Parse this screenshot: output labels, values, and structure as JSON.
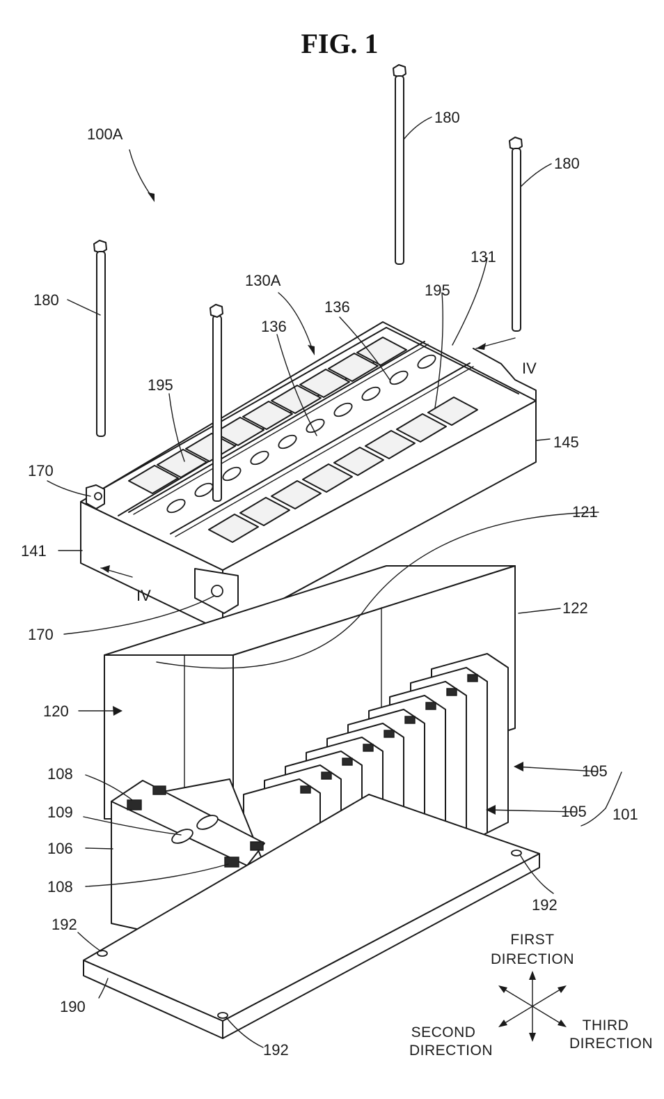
{
  "figure": {
    "title": "FIG. 1"
  },
  "labels": {
    "assembly": "100A",
    "top_cover": "130A",
    "bolt": "180",
    "groove": "136",
    "cover_plate": "131",
    "bus_window": "195",
    "section_marker": "IV",
    "side_wall_right": "145",
    "side_wall_left": "141",
    "bolt_hole": "170",
    "sheet_top": "121",
    "sheet_side": "122",
    "insulation_sheet": "120",
    "battery_cell": "105",
    "cell_stack": "101",
    "terminal": "108",
    "vent": "109",
    "cell_body": "106",
    "fastening_hole": "192",
    "base_plate": "190"
  },
  "directions": {
    "first_line1": "FIRST",
    "first_line2": "DIRECTION",
    "second_line1": "SECOND",
    "second_line2": "DIRECTION",
    "third_line1": "THIRD",
    "third_line2": "DIRECTION"
  }
}
